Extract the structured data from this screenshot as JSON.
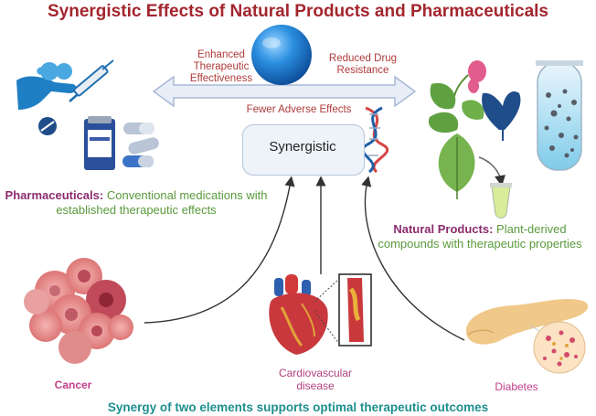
{
  "title": "Synergistic Effects of Natural Products and Pharmaceuticals",
  "labels": {
    "enhanced": "Enhanced Therapeutic Effectiveness",
    "reduced": "Reduced Drug Resistance",
    "fewer": "Fewer Adverse Effects",
    "synergistic": "Synergistic"
  },
  "pharma": {
    "heading": "Pharmaceuticals:",
    "desc": "Conventional medications with established therapeutic effects"
  },
  "natural": {
    "heading": "Natural Products:",
    "desc": "Plant-derived compounds with therapeutic properties"
  },
  "diseases": {
    "cancer": "Cancer",
    "cardio": "Cardiovascular disease",
    "diabetes": "Diabetes"
  },
  "bottom": "Synergy of two elements supports optimal therapeutic outcomes",
  "colors": {
    "title": "#a3262e",
    "accent_red": "#b03a3a",
    "green_text": "#5a9a3c",
    "heading_purple": "#8b2b6e",
    "teal": "#1f8f8f",
    "pink": "#c2408a",
    "sphere": "#1e88d8",
    "arrow_fill": "#e7eef8"
  },
  "icons": [
    "sphere-icon",
    "dna-icon",
    "hand-pill-icon",
    "syringe-icon",
    "pill-bottle-icon",
    "capsule-icon",
    "flower-icon",
    "ginkgo-leaf-icon",
    "leaf-icon",
    "test-tube-icon",
    "vial-icon",
    "cancer-cell-icon",
    "heart-icon",
    "artery-icon",
    "pancreas-icon"
  ]
}
